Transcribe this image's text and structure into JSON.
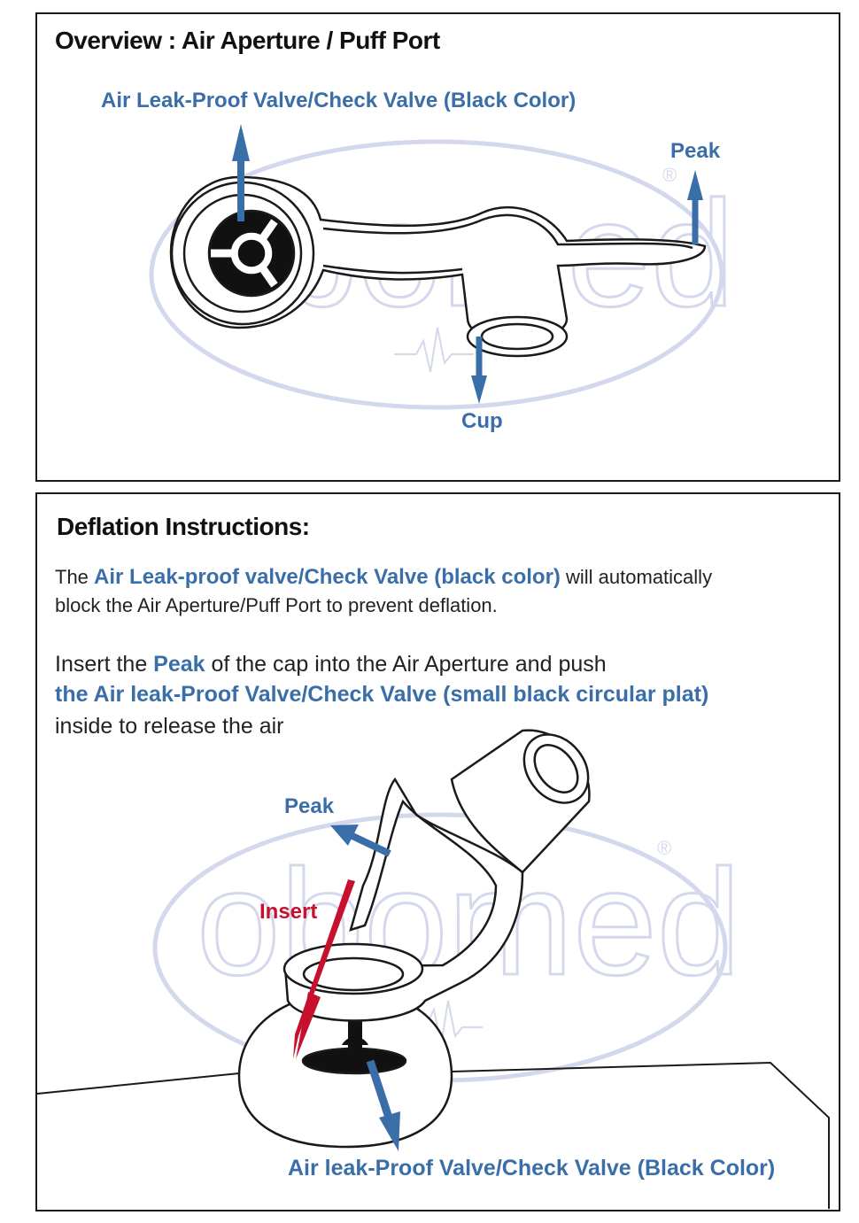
{
  "overview": {
    "title": "Overview : Air Aperture / Puff Port",
    "labels": {
      "valve": "Air Leak-Proof Valve/Check Valve (Black Color)",
      "peak": "Peak",
      "cup": "Cup"
    }
  },
  "deflation": {
    "title": "Deflation Instructions:",
    "para1": {
      "prefix": "The ",
      "highlight": "Air Leak-proof valve/Check Valve (black color)",
      "suffix": " will automatically",
      "line2": "block the Air Aperture/Puff Port to prevent deflation."
    },
    "para2": {
      "prefix": "Insert the ",
      "highlight1": "Peak",
      "suffix1": " of the cap into the Air Aperture and push",
      "line2": "the Air leak-Proof Valve/Check Valve (small black circular plat)",
      "line3": "inside to release the air"
    },
    "labels": {
      "peak": "Peak",
      "insert": "Insert",
      "valve": "Air leak-Proof Valve/Check Valve (Black Color)"
    }
  },
  "watermark": {
    "text": "obomed",
    "mark": "®"
  },
  "colors": {
    "accent_blue": "#3a6ea8",
    "insert_red": "#c8102e",
    "watermark": "#d4d8ec"
  }
}
